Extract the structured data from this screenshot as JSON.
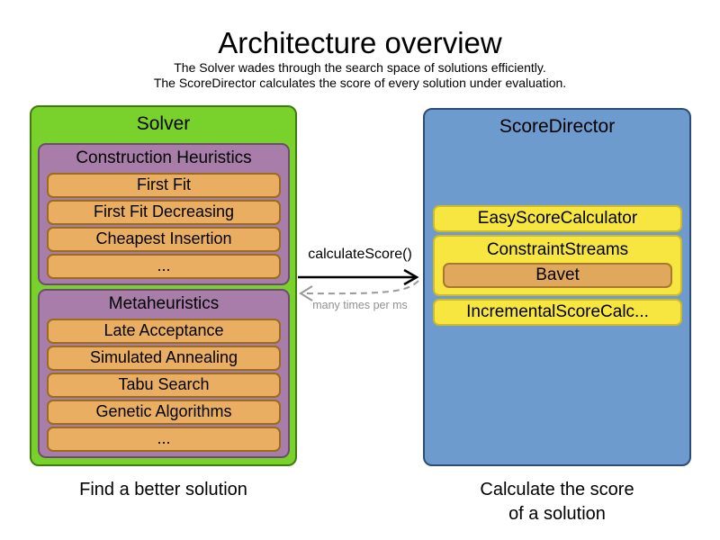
{
  "header": {
    "title": "Architecture overview",
    "subtitle_line1": "The Solver wades through the search space of solutions efficiently.",
    "subtitle_line2": "The ScoreDirector calculates the score of every solution under evaluation."
  },
  "solver": {
    "title": "Solver",
    "caption": "Find a better solution",
    "groups": [
      {
        "title": "Construction Heuristics",
        "items": [
          "First Fit",
          "First Fit Decreasing",
          "Cheapest Insertion",
          "..."
        ]
      },
      {
        "title": "Metaheuristics",
        "items": [
          "Late Acceptance",
          "Simulated Annealing",
          "Tabu Search",
          "Genetic Algorithms",
          "..."
        ]
      }
    ]
  },
  "score_director": {
    "title": "ScoreDirector",
    "caption_line1": "Calculate the score",
    "caption_line2": "of a solution",
    "calculators": [
      {
        "label": "EasyScoreCalculator"
      },
      {
        "label": "ConstraintStreams",
        "implementation": "Bavet"
      },
      {
        "label": "IncrementalScoreCalc..."
      }
    ]
  },
  "connection": {
    "method_label": "calculateScore()",
    "frequency_label": "many times per ms"
  },
  "colors": {
    "solver_fill": "#79D22C",
    "solver_border": "#3F7D0B",
    "group_fill": "#A87DA9",
    "group_border": "#6E4B70",
    "algorithm_fill": "#E9AE61",
    "algorithm_border": "#9A6C1C",
    "scoredirector_fill": "#6D9BCE",
    "scoredirector_border": "#2B4D77",
    "calculator_fill": "#F7E63F",
    "calculator_border": "#CDB929",
    "bavet_fill": "#DFA85C",
    "bavet_border": "#A87830",
    "call_arrow": "#000000",
    "return_arrow": "#999999"
  }
}
